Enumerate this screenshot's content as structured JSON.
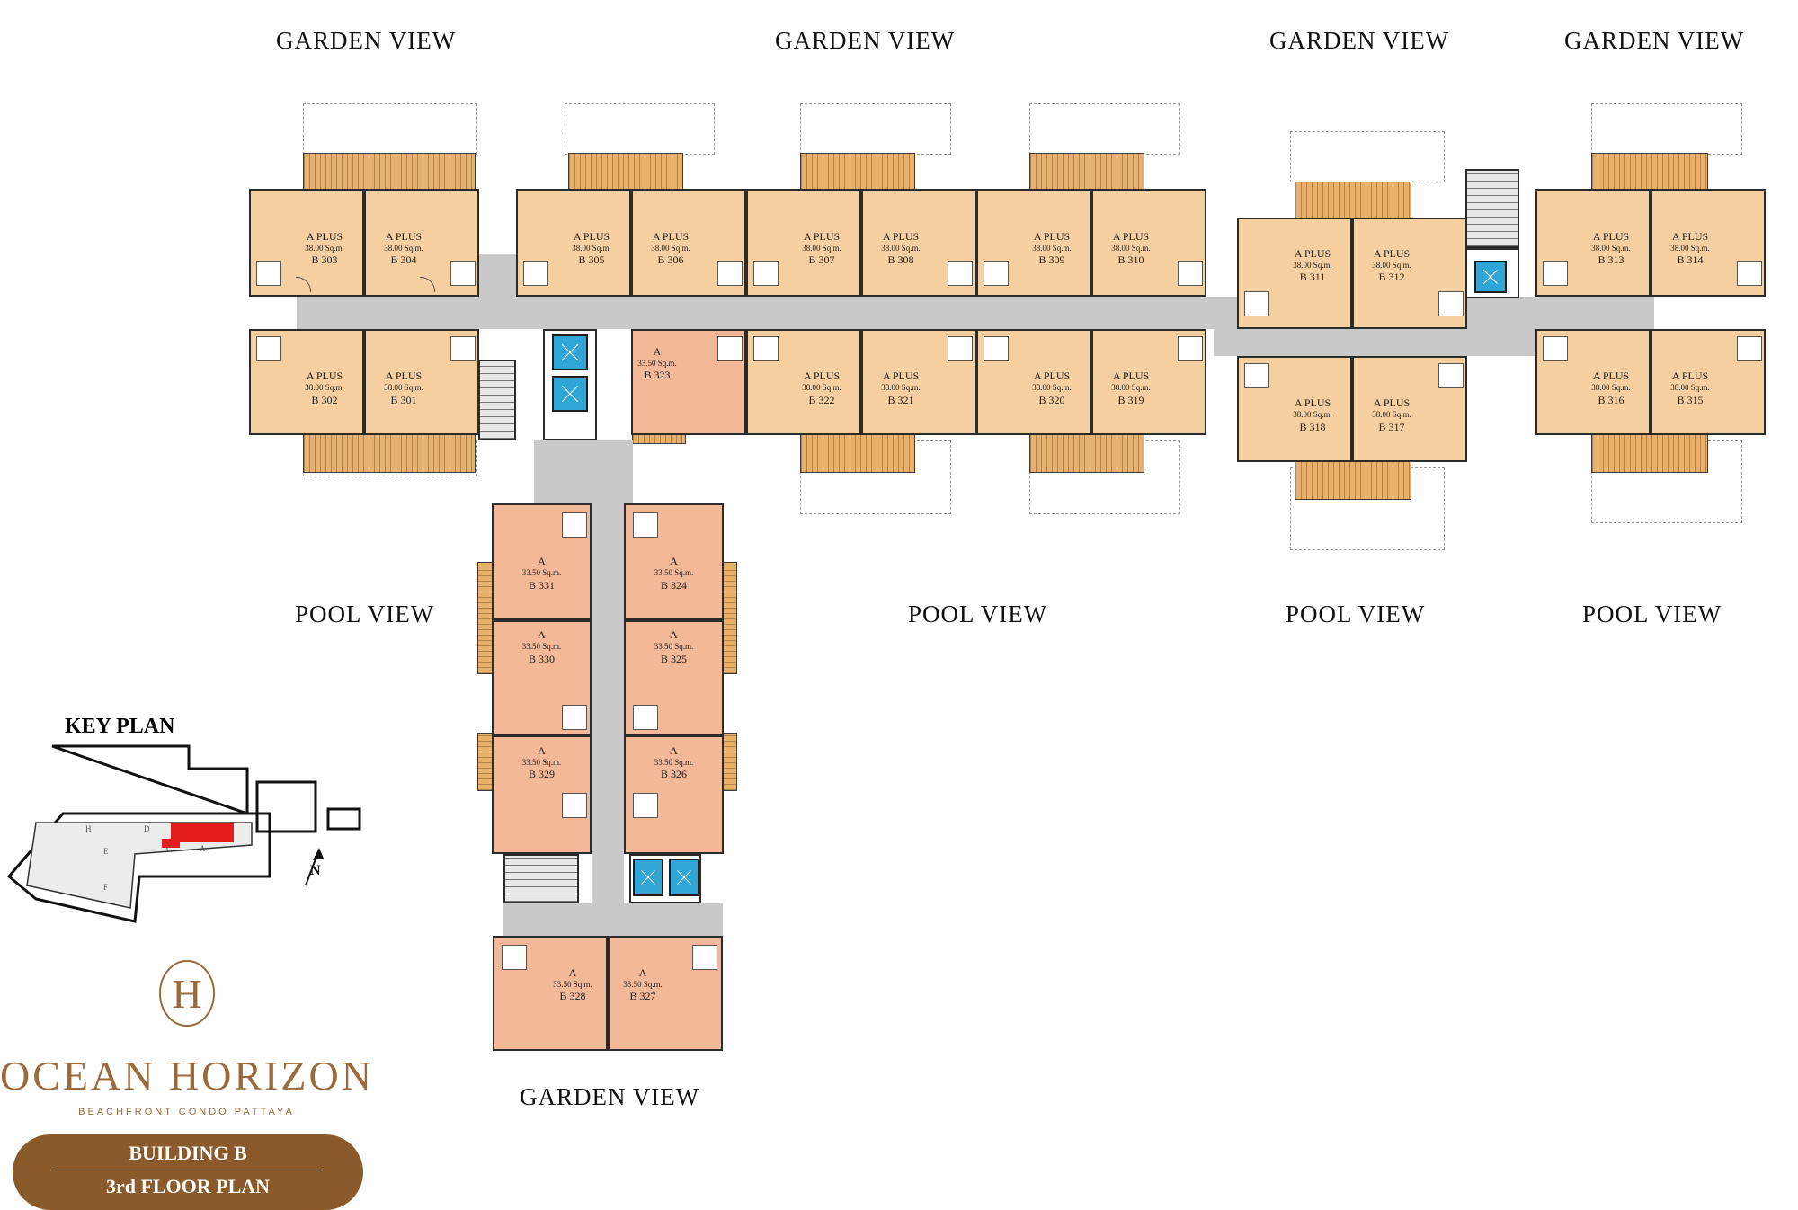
{
  "views": {
    "garden_1": "GARDEN VIEW",
    "garden_2": "GARDEN VIEW",
    "garden_3": "GARDEN VIEW",
    "garden_4": "GARDEN VIEW",
    "pool_1": "POOL VIEW",
    "pool_2": "POOL VIEW",
    "pool_3": "POOL VIEW",
    "pool_4": "POOL VIEW",
    "garden_bottom": "GARDEN VIEW"
  },
  "units": [
    {
      "type": "A PLUS",
      "area": "38.00 Sq.m.",
      "number": "B 303"
    },
    {
      "type": "A PLUS",
      "area": "38.00 Sq.m.",
      "number": "B 304"
    },
    {
      "type": "A PLUS",
      "area": "38.00 Sq.m.",
      "number": "B 305"
    },
    {
      "type": "A PLUS",
      "area": "38.00 Sq.m.",
      "number": "B 306"
    },
    {
      "type": "A PLUS",
      "area": "38.00 Sq.m.",
      "number": "B 307"
    },
    {
      "type": "A PLUS",
      "area": "38.00 Sq.m.",
      "number": "B 308"
    },
    {
      "type": "A PLUS",
      "area": "38.00 Sq.m.",
      "number": "B 309"
    },
    {
      "type": "A PLUS",
      "area": "38.00 Sq.m.",
      "number": "B 310"
    },
    {
      "type": "A PLUS",
      "area": "38.00 Sq.m.",
      "number": "B 311"
    },
    {
      "type": "A PLUS",
      "area": "38.00 Sq.m.",
      "number": "B 312"
    },
    {
      "type": "A PLUS",
      "area": "38.00 Sq.m.",
      "number": "B 313"
    },
    {
      "type": "A PLUS",
      "area": "38.00 Sq.m.",
      "number": "B 314"
    },
    {
      "type": "A PLUS",
      "area": "38.00 Sq.m.",
      "number": "B 302"
    },
    {
      "type": "A PLUS",
      "area": "38.00 Sq.m.",
      "number": "B 301"
    },
    {
      "type": "A",
      "area": "33.50 Sq.m.",
      "number": "B 323"
    },
    {
      "type": "A PLUS",
      "area": "38.00 Sq.m.",
      "number": "B 322"
    },
    {
      "type": "A PLUS",
      "area": "38.00 Sq.m.",
      "number": "B 321"
    },
    {
      "type": "A PLUS",
      "area": "38.00 Sq.m.",
      "number": "B 320"
    },
    {
      "type": "A PLUS",
      "area": "38.00 Sq.m.",
      "number": "B 319"
    },
    {
      "type": "A PLUS",
      "area": "38.00 Sq.m.",
      "number": "B 318"
    },
    {
      "type": "A PLUS",
      "area": "38.00 Sq.m.",
      "number": "B 317"
    },
    {
      "type": "A PLUS",
      "area": "38.00 Sq.m.",
      "number": "B 316"
    },
    {
      "type": "A PLUS",
      "area": "38.00 Sq.m.",
      "number": "B 315"
    },
    {
      "type": "A",
      "area": "33.50 Sq.m.",
      "number": "B 331"
    },
    {
      "type": "A",
      "area": "33.50 Sq.m.",
      "number": "B 324"
    },
    {
      "type": "A",
      "area": "33.50 Sq.m.",
      "number": "B 330"
    },
    {
      "type": "A",
      "area": "33.50 Sq.m.",
      "number": "B 325"
    },
    {
      "type": "A",
      "area": "33.50 Sq.m.",
      "number": "B 329"
    },
    {
      "type": "A",
      "area": "33.50 Sq.m.",
      "number": "B 326"
    },
    {
      "type": "A",
      "area": "33.50 Sq.m.",
      "number": "B 328"
    },
    {
      "type": "A",
      "area": "33.50 Sq.m.",
      "number": "B 327"
    }
  ],
  "key_plan": {
    "title": "KEY PLAN",
    "north": "N",
    "building_letters": [
      "H",
      "D",
      "C",
      "A",
      "E",
      "F"
    ]
  },
  "brand": {
    "monogram": "H",
    "name": "OCEAN HORIZON",
    "tagline": "BEACHFRONT CONDO PATTAYA",
    "color": "#9a6a3a"
  },
  "plan_label": {
    "building": "BUILDING B",
    "floor": "3rd FLOOR PLAN",
    "color": "#8b5a2b"
  },
  "colors": {
    "unit_a_plus": "#f5cfa0",
    "unit_a": "#f2b898",
    "corridor": "#c9c9c9",
    "lift": "#2fa6d6",
    "key_plan_highlight": "#e51c1c"
  }
}
